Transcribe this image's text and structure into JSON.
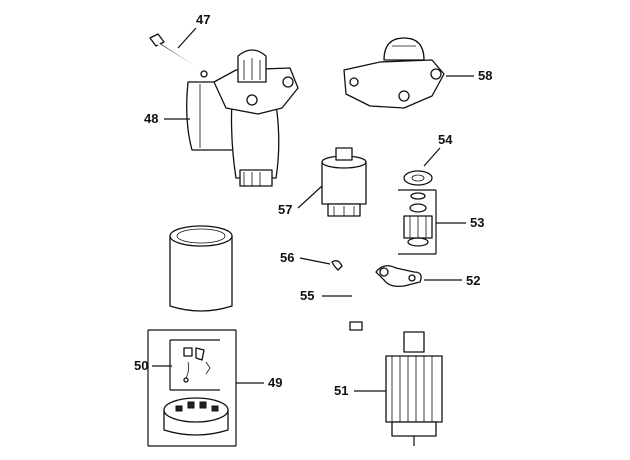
{
  "callouts": {
    "c47": "47",
    "c48": "48",
    "c58": "58",
    "c54": "54",
    "c57": "57",
    "c53": "53",
    "c56": "56",
    "c52": "52",
    "c55": "55",
    "c50": "50",
    "c49": "49",
    "c51": "51"
  }
}
